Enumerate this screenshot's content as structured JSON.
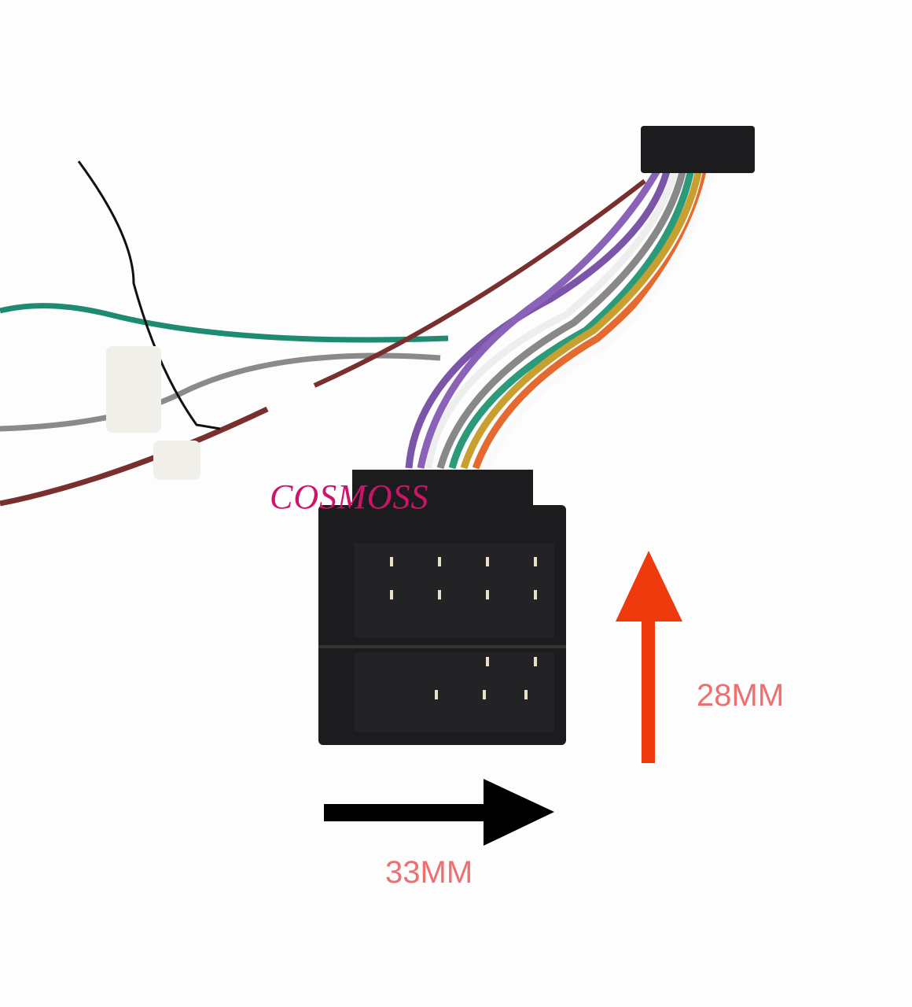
{
  "brand": "COSMOSS",
  "dimensions": {
    "height": "28MM",
    "width": "33MM"
  },
  "colors": {
    "brand": "#d0136a",
    "dimension_text": "#ee6f6f",
    "height_arrow": "#ee3a0c",
    "width_arrow": "#000000",
    "connector": "#1c1c1e"
  }
}
